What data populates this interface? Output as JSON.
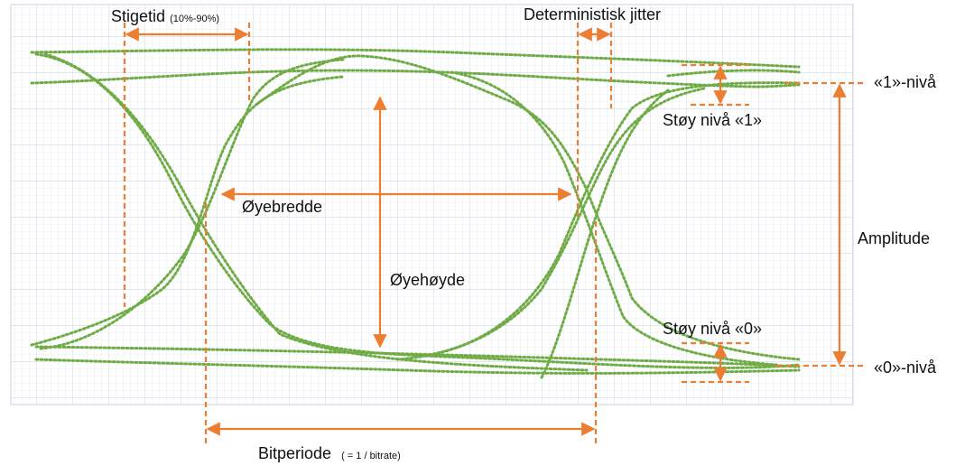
{
  "labels": {
    "rise_time": "Stigetid",
    "rise_time_note": "(10%-90%)",
    "det_jitter": "Deterministisk jitter",
    "level_one": "«1»-nivå",
    "noise_one": "Støy nivå «1»",
    "eye_width": "Øyebredde",
    "eye_height": "Øyehøyde",
    "amplitude": "Amplitude",
    "noise_zero": "Støy nivå «0»",
    "level_zero": "«0»-nivå",
    "bit_period": "Bitperiode",
    "bit_period_note": "( = 1 / bitrate)"
  },
  "colors": {
    "trace": "#6fac46",
    "annotation": "#ed7d31",
    "grid_minor": "#dde3ee",
    "grid_major": "#c9d2e1",
    "text": "#111111"
  }
}
